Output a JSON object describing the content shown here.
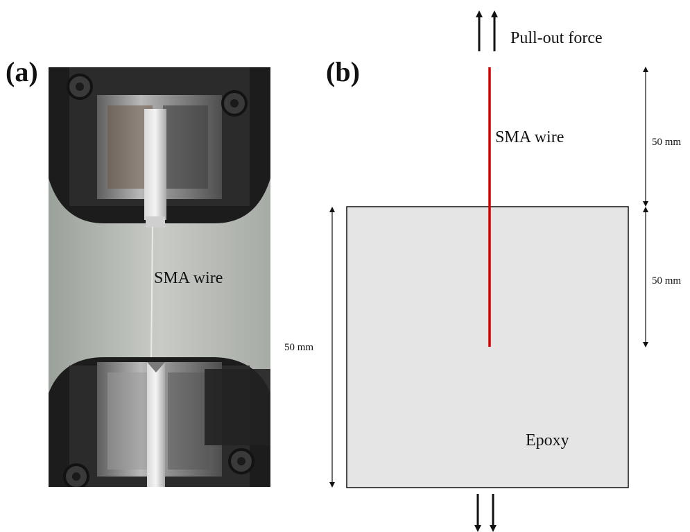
{
  "panels": {
    "a": {
      "label": "(a)",
      "wire_label": "SMA wire"
    },
    "b": {
      "label": "(b)",
      "force_label": "Pull-out force",
      "wire_label": "SMA wire",
      "matrix_label": "Epoxy",
      "dimensions": {
        "free_length": "50 mm",
        "embedded_length": "50 mm",
        "block_height": "50 mm"
      }
    }
  },
  "colors": {
    "wire": "#d10000",
    "epoxy_fill": "#e5e5e5",
    "outline": "#111111"
  }
}
